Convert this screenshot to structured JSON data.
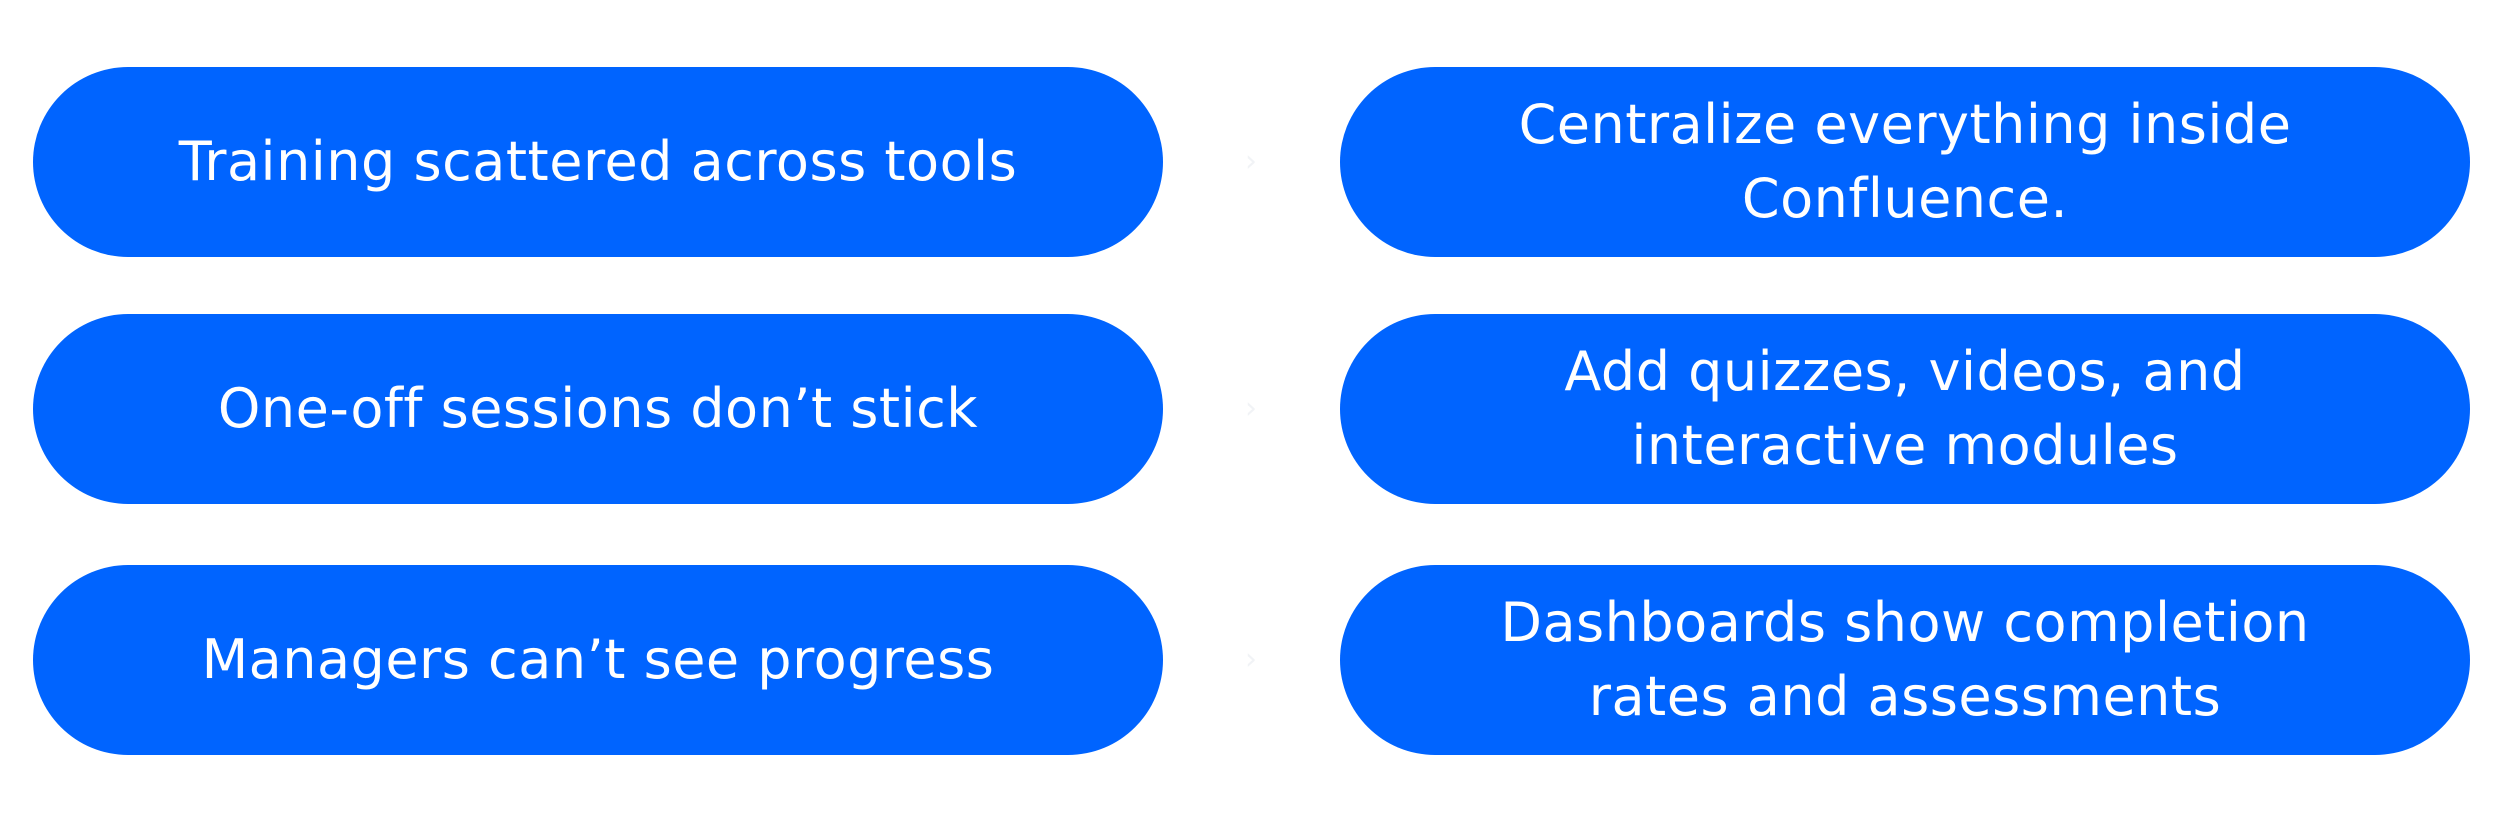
{
  "colors": {
    "pill": "#0064ff",
    "text": "#ffffff",
    "background": "#ffffff"
  },
  "rows": [
    {
      "problem": "Training scattered across tools",
      "solution": "Centralize everything inside Confluence."
    },
    {
      "problem": "One-off sessions don’t stick",
      "solution": "Add quizzes, videos, and interactive modules"
    },
    {
      "problem": "Managers can’t see progress",
      "solution": "Dashboards show completion rates and assessments"
    }
  ],
  "connector_icon": "chevron-right-icon"
}
